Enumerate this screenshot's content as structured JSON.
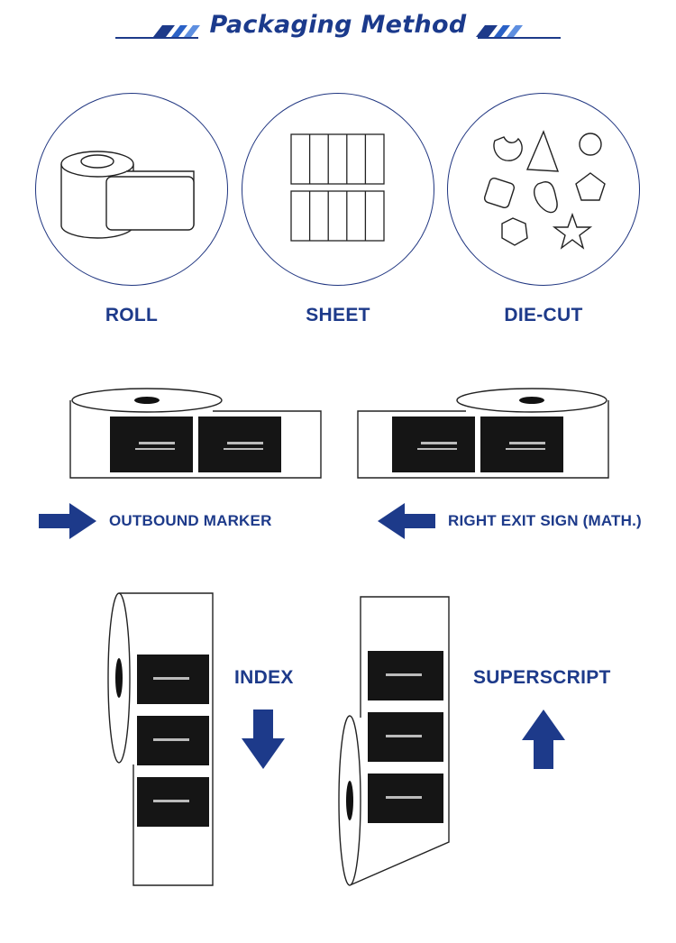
{
  "header": {
    "title": "Packaging Method"
  },
  "methods": [
    {
      "label": "ROLL"
    },
    {
      "label": "SHEET"
    },
    {
      "label": "DIE-CUT"
    }
  ],
  "directions": {
    "outbound": {
      "label": "OUTBOUND MARKER",
      "arrow": "arrow-right-icon"
    },
    "right_exit": {
      "label": "RIGHT EXIT SIGN (MATH.)",
      "arrow": "arrow-left-icon"
    },
    "index": {
      "label": "INDEX",
      "arrow": "arrow-down-icon"
    },
    "superscript": {
      "label": "SUPERSCRIPT",
      "arrow": "arrow-up-icon"
    }
  },
  "colors": {
    "brand": "#1d3a8a",
    "accent": "#1f4fb0",
    "label": "#111111"
  }
}
